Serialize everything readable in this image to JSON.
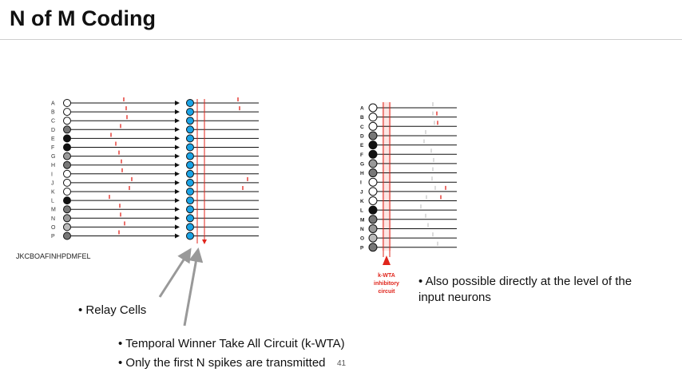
{
  "title": "N of M Coding",
  "input_sequence": "JKCBOAFINHPDMFEL",
  "neuron_letters": [
    "A",
    "B",
    "C",
    "D",
    "E",
    "F",
    "G",
    "H",
    "I",
    "J",
    "K",
    "L",
    "M",
    "N",
    "O",
    "P"
  ],
  "neuron_fills": [
    "#ffffff",
    "#ffffff",
    "#ffffff",
    "#777777",
    "#111111",
    "#111111",
    "#999999",
    "#777777",
    "#ffffff",
    "#ffffff",
    "#ffffff",
    "#111111",
    "#777777",
    "#999999",
    "#bbbbbb",
    "#777777"
  ],
  "relay_color": "#1aa3e6",
  "spike_color": "#e0241b",
  "bullets": {
    "relay": "• Relay Cells",
    "kwta": "• Temporal Winner Take All Circuit (k-WTA)",
    "first_n": "• Only the first N spikes are transmitted",
    "direct": "• Also possible directly at the level of the input neurons"
  },
  "kwta_label": [
    "k-WTA",
    "inhibitory",
    "circuit"
  ],
  "page_number": "41"
}
